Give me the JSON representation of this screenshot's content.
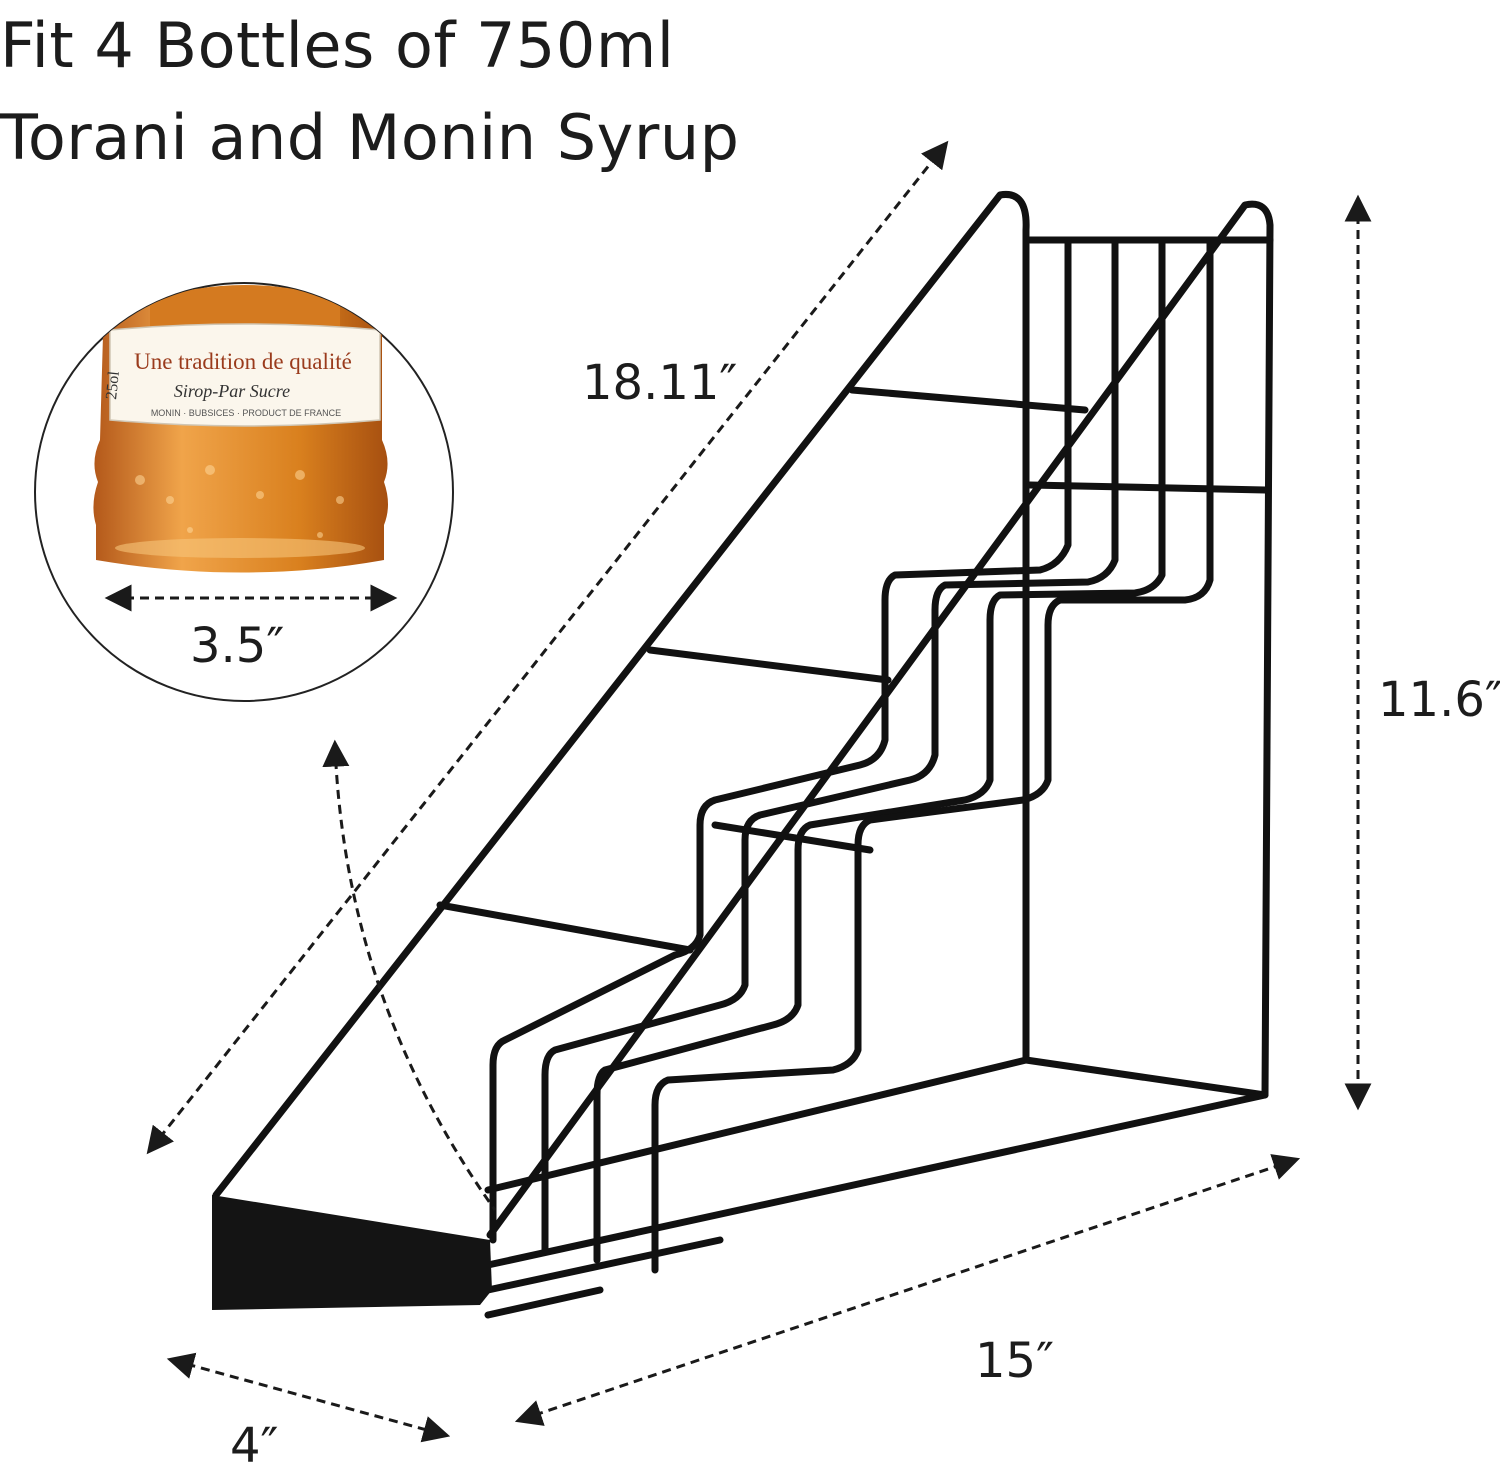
{
  "headline": {
    "line1": "Fit 4 Bottles of 750ml",
    "line2": "Torani and Monin Syrup"
  },
  "dimensions": {
    "diagonal": "18.11″",
    "height": "11.6″",
    "length": "15″",
    "depth": "4″",
    "bottle_width": "3.5″"
  },
  "bottle_label": {
    "line1": "Une tradition de qualité",
    "line2": "Sirop-Par Sucre",
    "volume": "25ol",
    "line3": "MONIN · BUBSICES · PRODUCT DE FRANCE"
  },
  "colors": {
    "wire": "#111111",
    "syrup": "#d07a12",
    "arrow": "#1a1a1a"
  }
}
